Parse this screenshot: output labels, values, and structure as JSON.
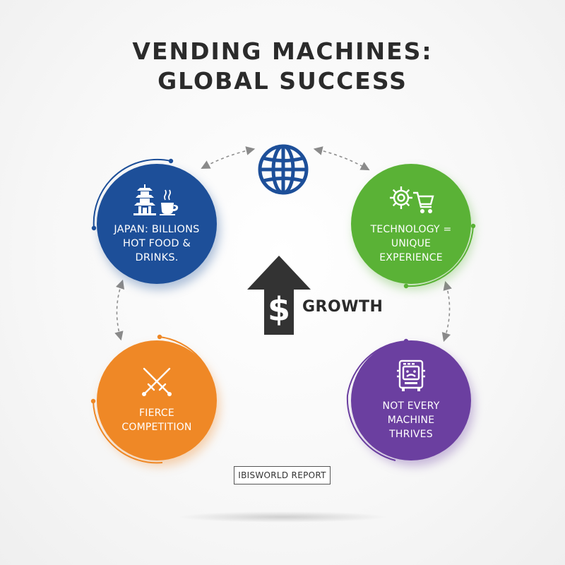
{
  "title": {
    "line1": "VENDING MACHINES:",
    "line2": "GLOBAL SUCCESS"
  },
  "center": {
    "label": "GROWTH",
    "icon": "dollar-up-arrow-icon"
  },
  "top_icon": "globe-icon",
  "nodes": {
    "japan": {
      "label": "JAPAN: BILLIONS HOT FOOD & DRINKS.",
      "icon": "pagoda-and-coffee-cup-icon",
      "color": "#1d4f99"
    },
    "technology": {
      "label": "TECHNOLOGY = UNIQUE EXPERIENCE",
      "icon": "gear-and-cart-icon",
      "color": "#5ab236"
    },
    "competition": {
      "label": "FIERCE COMPETITION",
      "icon": "crossed-swords-icon",
      "color": "#ef8826"
    },
    "thrives": {
      "label": "NOT EVERY MACHINE THRIVES",
      "icon": "sad-vending-machine-icon",
      "color": "#6b3fa0"
    }
  },
  "source": "IBISWORLD REPORT"
}
